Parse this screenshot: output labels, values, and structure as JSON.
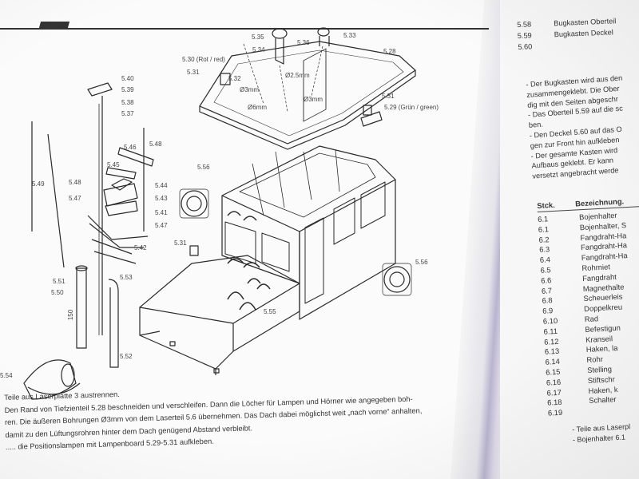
{
  "callouts": [
    {
      "id": "c535",
      "label": "5.35"
    },
    {
      "id": "c536",
      "label": "5.36"
    },
    {
      "id": "c533",
      "label": "5.33"
    },
    {
      "id": "c534",
      "label": "5.34"
    },
    {
      "id": "c528",
      "label": "5.28"
    },
    {
      "id": "c530",
      "label": "5.30 (Rot / red)"
    },
    {
      "id": "c531a",
      "label": "5.31"
    },
    {
      "id": "c532",
      "label": "5.32"
    },
    {
      "id": "c540",
      "label": "5.40"
    },
    {
      "id": "c539",
      "label": "5.39"
    },
    {
      "id": "c538",
      "label": "5.38"
    },
    {
      "id": "c537",
      "label": "5.37"
    },
    {
      "id": "d3a",
      "label": "Ø3mm"
    },
    {
      "id": "d25",
      "label": "Ø2.5mm"
    },
    {
      "id": "d6",
      "label": "Ø6mm"
    },
    {
      "id": "d3b",
      "label": "Ø3mm"
    },
    {
      "id": "c531b",
      "label": "5.31"
    },
    {
      "id": "c529",
      "label": "5.29 (Grün / green)"
    },
    {
      "id": "c546",
      "label": "5.46"
    },
    {
      "id": "c548a",
      "label": "5.48"
    },
    {
      "id": "c545",
      "label": "5.45"
    },
    {
      "id": "c549",
      "label": "5.49"
    },
    {
      "id": "c548b",
      "label": "5.48"
    },
    {
      "id": "c544",
      "label": "5.44"
    },
    {
      "id": "c547a",
      "label": "5.47"
    },
    {
      "id": "c543",
      "label": "5.43"
    },
    {
      "id": "c556a",
      "label": "5.56"
    },
    {
      "id": "c541",
      "label": "5.41"
    },
    {
      "id": "c547b",
      "label": "5.47"
    },
    {
      "id": "c531c",
      "label": "5.31"
    },
    {
      "id": "c542",
      "label": "5.42"
    },
    {
      "id": "c551",
      "label": "5.51"
    },
    {
      "id": "c553",
      "label": "5.53"
    },
    {
      "id": "c550",
      "label": "5.50"
    },
    {
      "id": "c556b",
      "label": "5.56"
    },
    {
      "id": "c555",
      "label": "5.55"
    },
    {
      "id": "c552",
      "label": "5.52"
    },
    {
      "id": "c554",
      "label": "5.54"
    },
    {
      "id": "c150",
      "label": "150"
    }
  ],
  "body_text": [
    "Teile aus Laserplatte 3 austrennen.",
    "Den Rand von Tiefzienteil 5.28 beschneiden und verschleifen. Dann die Löcher für Lampen und Hörner wie angegeben boh-",
    "ren. Die äußeren Bohrungen Ø3mm von dem Laserteil 5.6 übernehmen. Das Dach dabei möglichst weit „nach vorne“ anhalten,",
    "damit zu den Lüftungsrohren hinter dem Dach genügend Abstand verbleibt.",
    "..... die Positionslampen mit Lampenboard 5.29-5.31 aufkleben."
  ],
  "right_page": {
    "parts_list": [
      {
        "num": "5.58",
        "name": "Bugkasten Oberteil"
      },
      {
        "num": "5.59",
        "name": "Bugkasten Deckel"
      },
      {
        "num": "5.60",
        "name": ""
      }
    ],
    "paragraph": [
      "- Der Bugkasten wird aus den",
      "zusammengeklebt. Die Ober",
      "dig mit den Seiten abgeschr",
      "- Das Oberteil 5.59 auf die sc",
      "ben.",
      "- Den Deckel 5.60 auf das O",
      "gen zur Front hin aufkleben",
      "- Der gesamte Kasten wird",
      "Aufbaus geklebt. Er kann",
      "versetzt angebracht werde"
    ],
    "table": {
      "headers": [
        "Stck.",
        "Bezeichnung."
      ],
      "rows": [
        {
          "num": "6.1",
          "name": "Bojenhalter"
        },
        {
          "num": "6.1",
          "name": "Bojenhalter, S"
        },
        {
          "num": "6.2",
          "name": "Fangdraht-Ha"
        },
        {
          "num": "6.3",
          "name": "Fangdraht-Ha"
        },
        {
          "num": "6.4",
          "name": "Fangdraht-Ha"
        },
        {
          "num": "6.5",
          "name": "Rohrniet"
        },
        {
          "num": "6.6",
          "name": "Fangdraht"
        },
        {
          "num": "6.7",
          "name": "Magnethalte"
        },
        {
          "num": "6.8",
          "name": "Scheuerleis"
        },
        {
          "num": "6.9",
          "name": "Doppelkreu"
        },
        {
          "num": "6.10",
          "name": "Rad"
        },
        {
          "num": "6.11",
          "name": "Befestigun"
        },
        {
          "num": "6.12",
          "name": "Kranseil"
        },
        {
          "num": "6.13",
          "name": "Haken, la"
        },
        {
          "num": "6.14",
          "name": "Rohr"
        },
        {
          "num": "6.15",
          "name": "Stelling"
        },
        {
          "num": "6.16",
          "name": "Stiftschr"
        },
        {
          "num": "6.17",
          "name": "Haken, k"
        },
        {
          "num": "6.18",
          "name": "Schalter"
        },
        {
          "num": "6.19",
          "name": ""
        }
      ]
    },
    "footer_text": [
      "- Teile aus Laserpl",
      "- Bojenhalter 6.1"
    ]
  }
}
